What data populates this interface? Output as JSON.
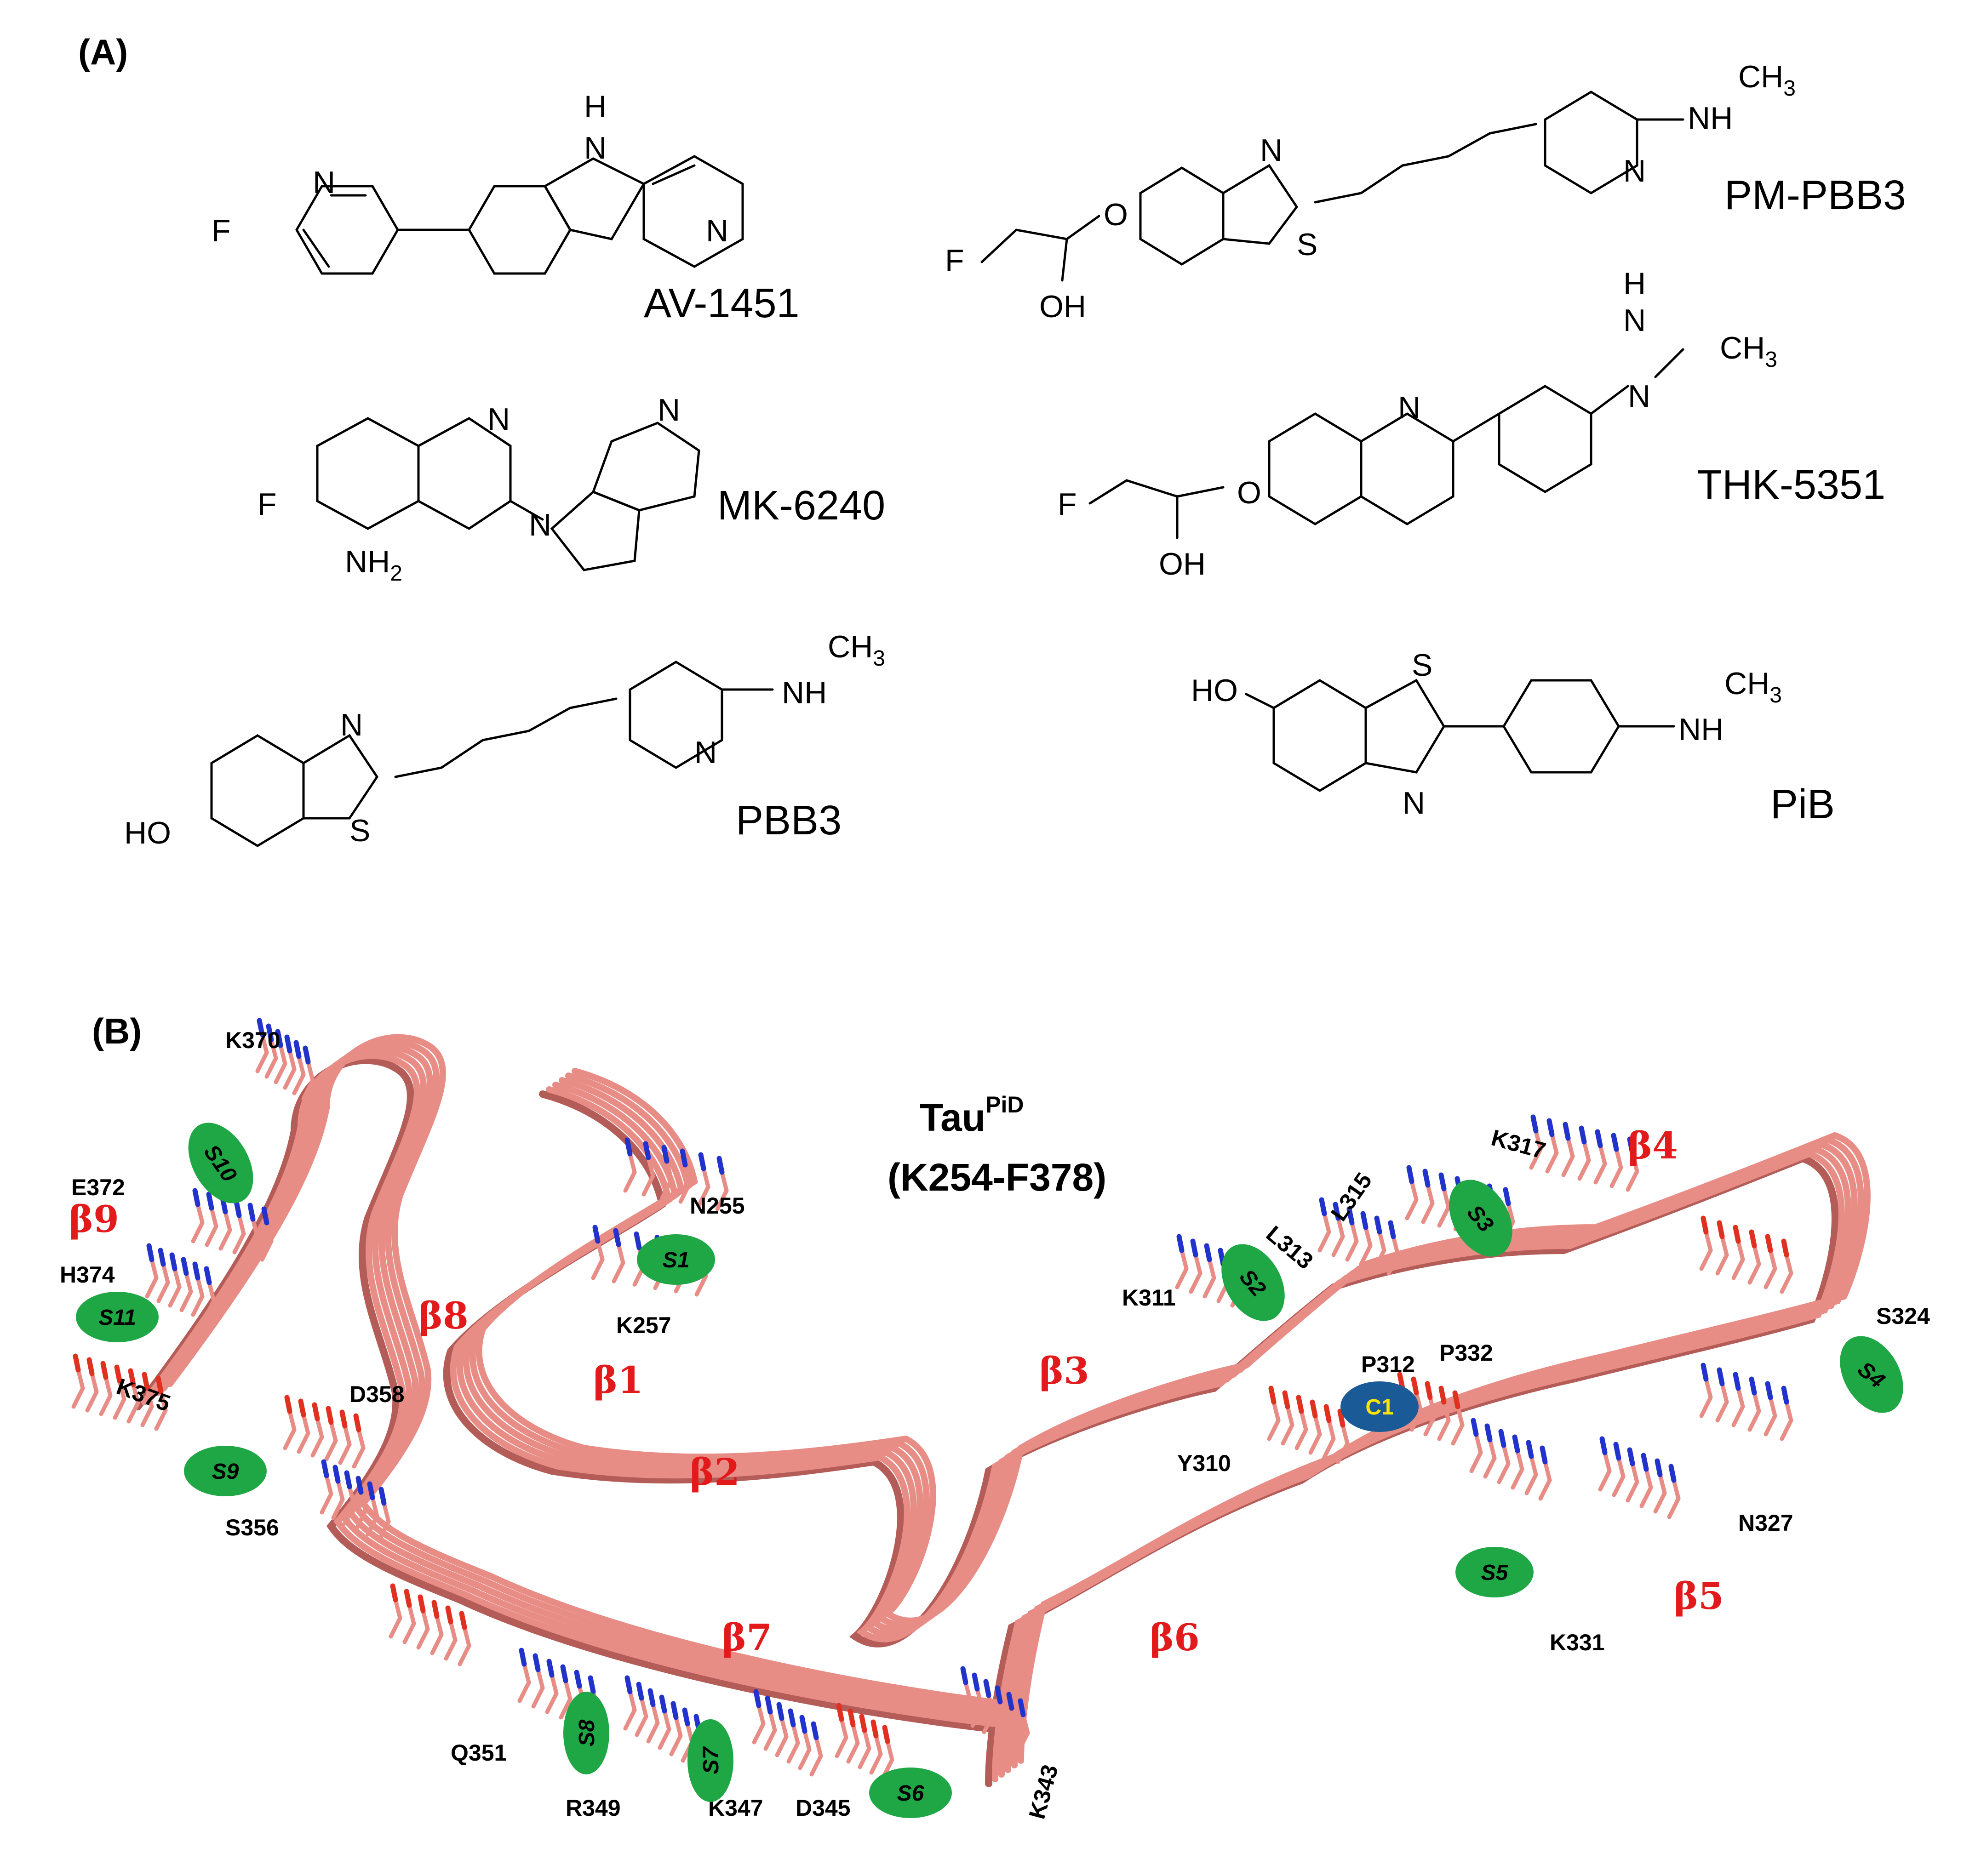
{
  "panelA": {
    "label": "(A)",
    "compounds": [
      {
        "name": "AV-1451",
        "atoms": [
          "F",
          "N",
          "H",
          "N",
          "N"
        ]
      },
      {
        "name": "PM-PBB3",
        "atoms": [
          "F",
          "OH",
          "O",
          "N",
          "S",
          "N",
          "NH",
          "CH",
          "3"
        ]
      },
      {
        "name": "MK-6240",
        "atoms": [
          "F",
          "NH",
          "2",
          "N",
          "N",
          "N"
        ]
      },
      {
        "name": "THK-5351",
        "atoms": [
          "F",
          "OH",
          "O",
          "N",
          "N",
          "H",
          "N",
          "CH",
          "3"
        ]
      },
      {
        "name": "PBB3",
        "atoms": [
          "HO",
          "N",
          "S",
          "N",
          "NH",
          "CH",
          "3"
        ]
      },
      {
        "name": "PiB",
        "atoms": [
          "HO",
          "S",
          "N",
          "NH",
          "CH",
          "3"
        ]
      }
    ]
  },
  "panelB": {
    "label": "(B)",
    "title": "Tau",
    "title_superscript": "PiD",
    "range": "(K254-F378)",
    "strands": [
      "β1",
      "β2",
      "β3",
      "β4",
      "β5",
      "β6",
      "β7",
      "β8",
      "β9"
    ],
    "residues": [
      "K370",
      "N255",
      "E372",
      "H374",
      "K257",
      "K375",
      "D358",
      "S356",
      "Q351",
      "R349",
      "K347",
      "D345",
      "K343",
      "K317",
      "L315",
      "L313",
      "K311",
      "P312",
      "P332",
      "S324",
      "Y310",
      "N327",
      "K331"
    ],
    "sites": [
      "S1",
      "S2",
      "S3",
      "S4",
      "S5",
      "S6",
      "S7",
      "S8",
      "S9",
      "S10",
      "S11"
    ],
    "cryptic_site": "C1",
    "colors": {
      "strand": "#e88c86",
      "site": "#1fa745",
      "cryptic": "#1a5a96",
      "beta_label": "#e31a1c",
      "nitrogen": "#2233cc",
      "oxygen": "#e03020"
    }
  }
}
